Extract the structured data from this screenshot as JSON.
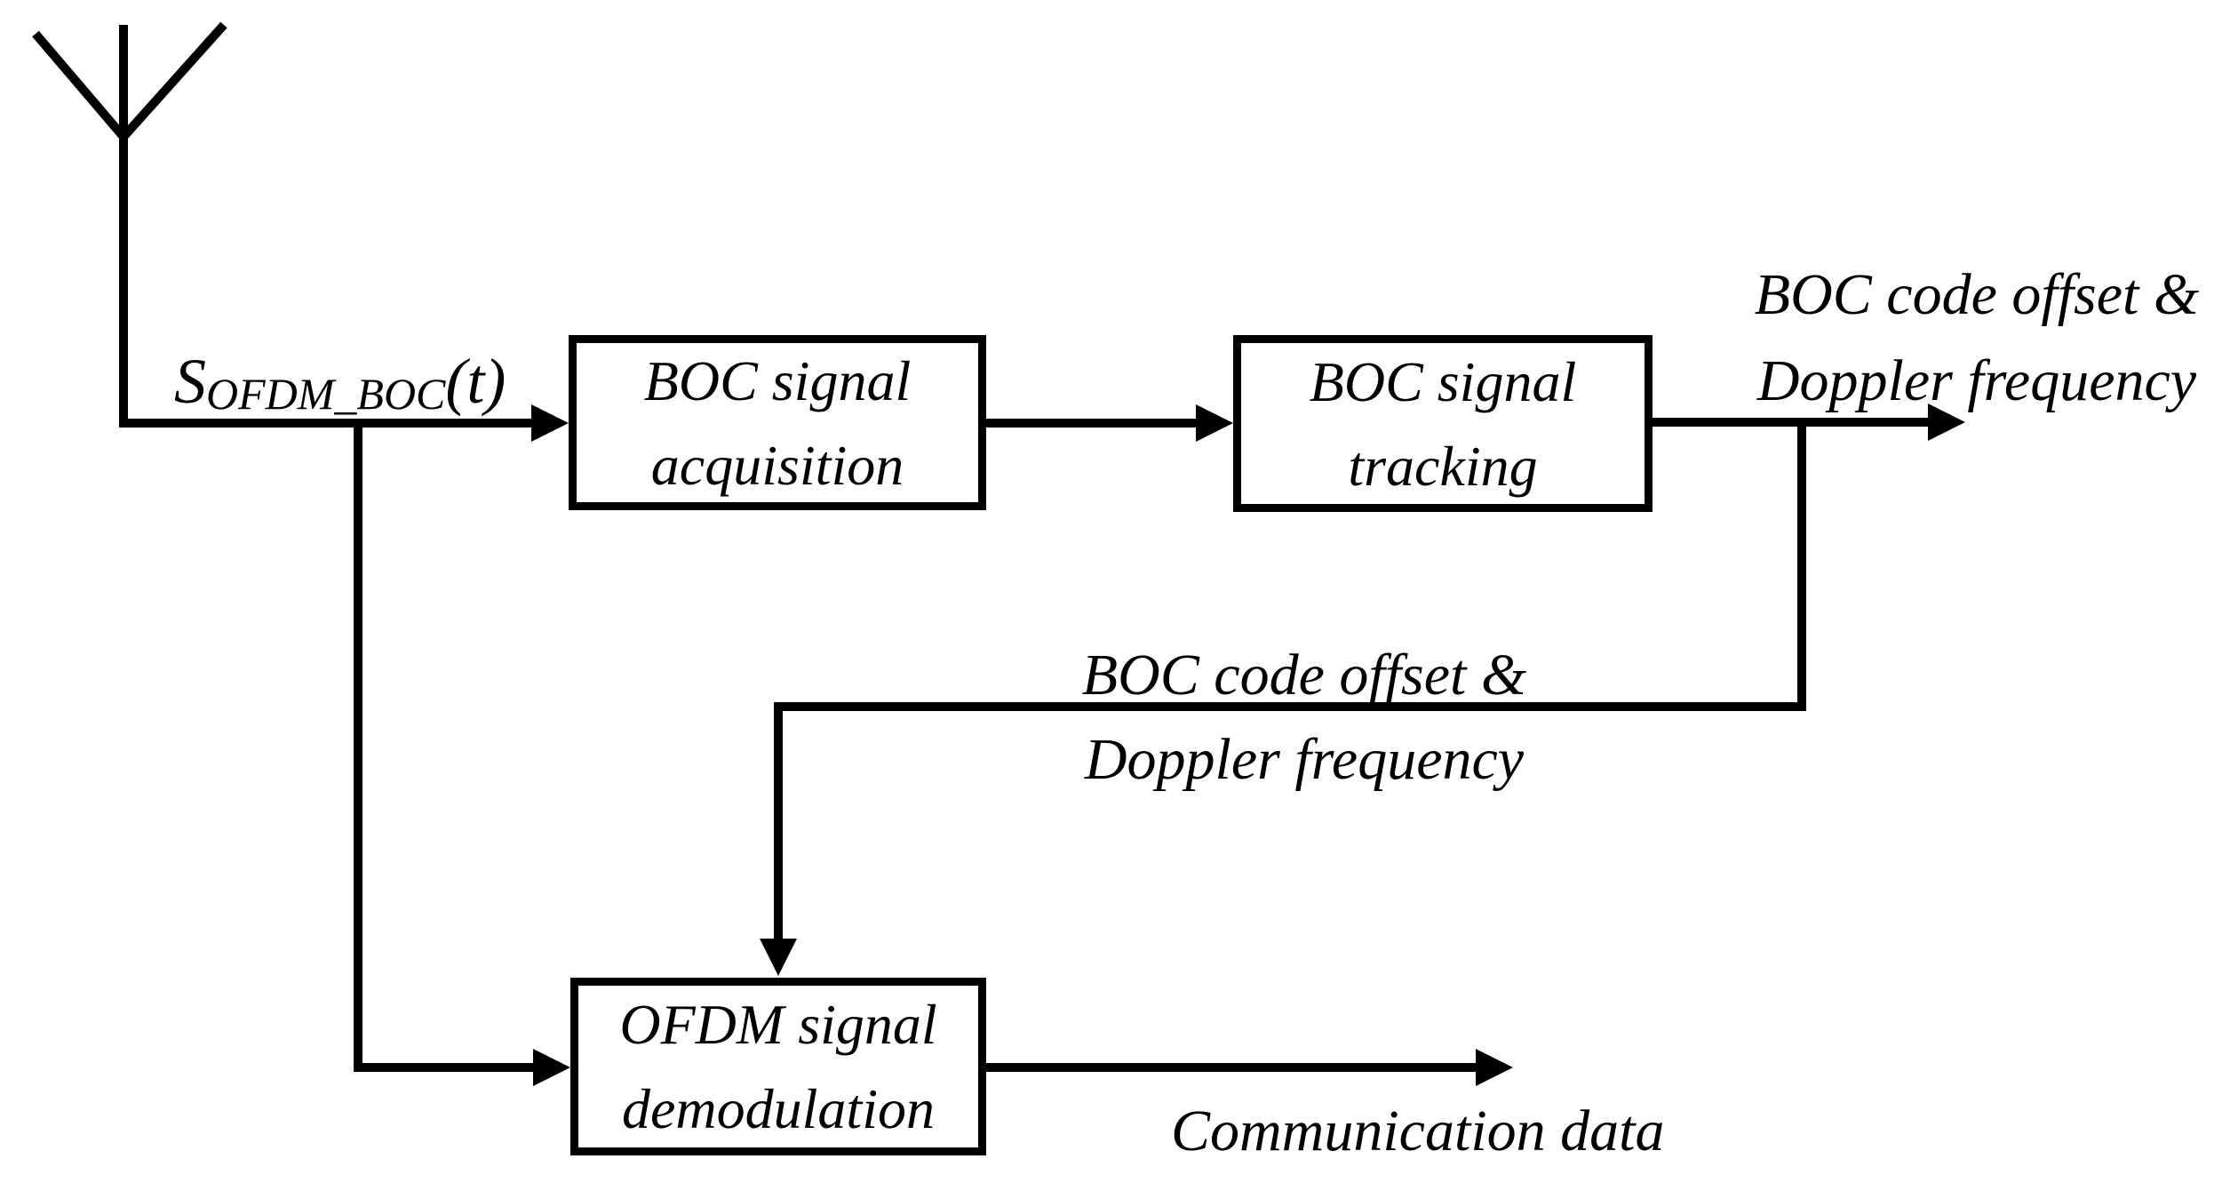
{
  "diagram": {
    "signal_label": {
      "prefix": "S",
      "subscript": "OFDM_BOC",
      "suffix": "(t)"
    },
    "blocks": {
      "acquisition": {
        "line1": "BOC signal",
        "line2": "acquisition"
      },
      "tracking": {
        "line1": "BOC signal",
        "line2": "tracking"
      },
      "demodulation": {
        "line1": "OFDM signal",
        "line2": "demodulation"
      }
    },
    "labels": {
      "tracking_output": {
        "line1": "BOC code offset &",
        "line2": "Doppler frequency"
      },
      "feedback": {
        "line1": "BOC code offset &",
        "line2": "Doppler frequency"
      },
      "demodulation_output": "Communication data"
    },
    "colors": {
      "stroke": "#000000",
      "background": "#ffffff"
    }
  }
}
